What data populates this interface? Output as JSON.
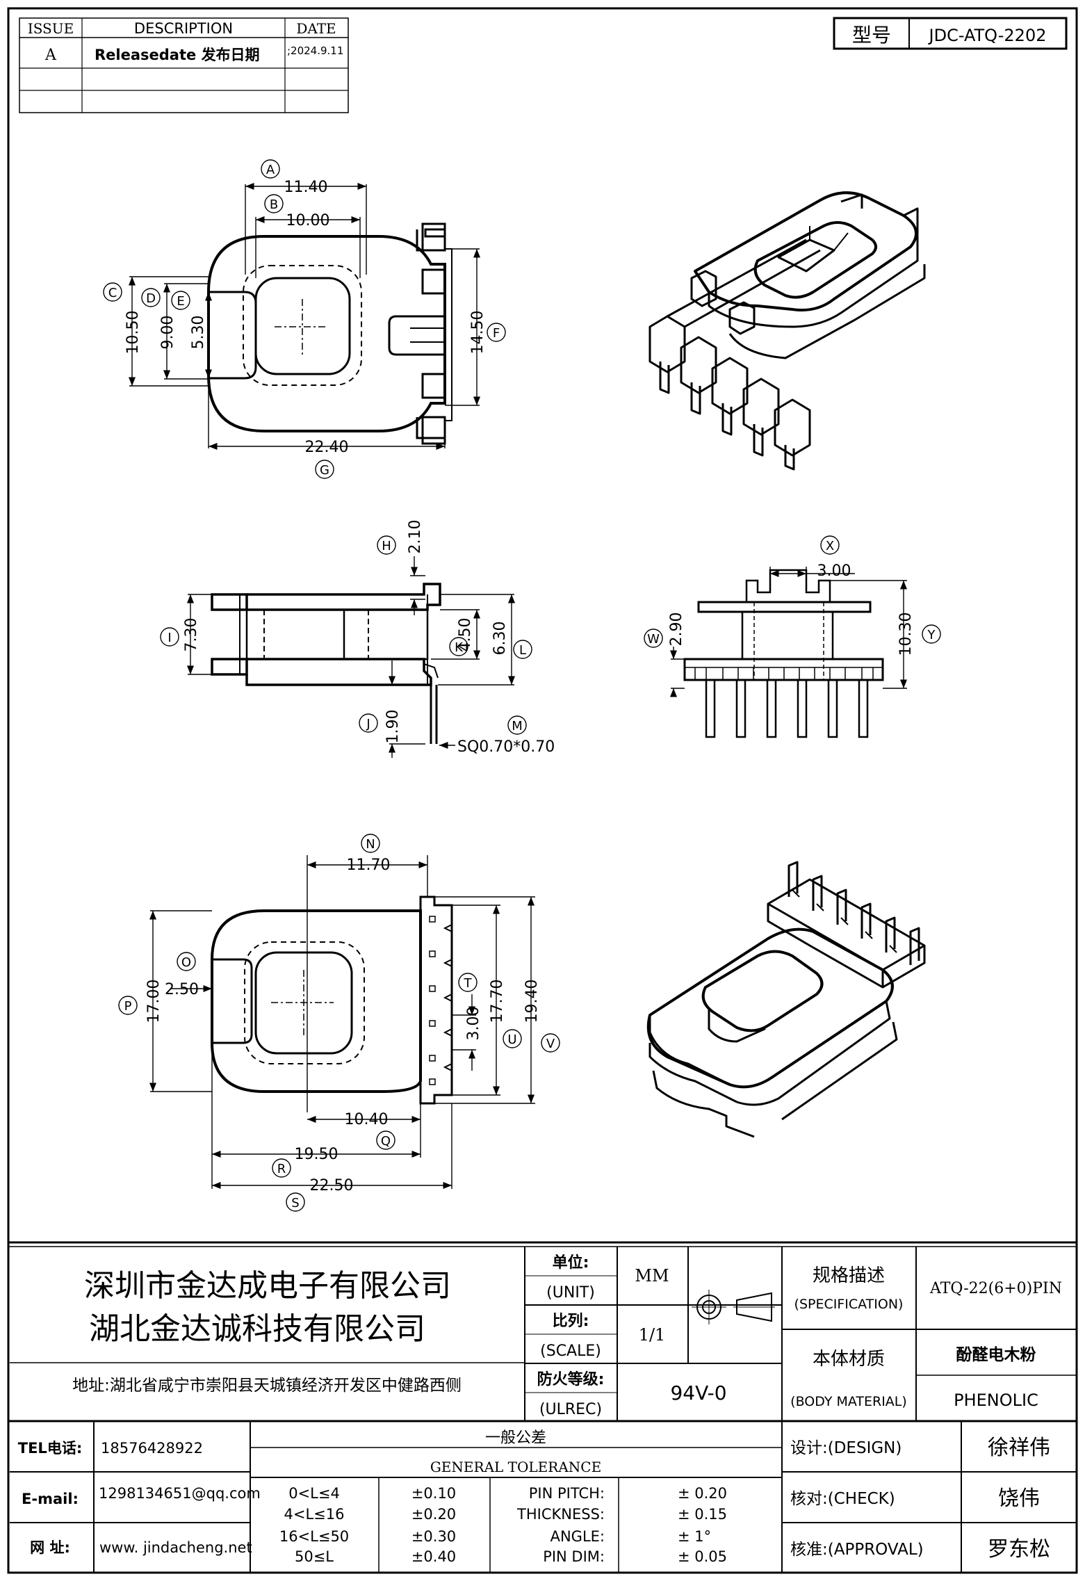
{
  "revision_table": {
    "headers": [
      "ISSUE",
      "DESCRIPTION",
      "DATE"
    ],
    "rows": [
      [
        "A",
        "Releasedate 发布日期",
        ";2024.9.11"
      ]
    ]
  },
  "model": {
    "label": "型号",
    "value": "JDC-ATQ-2202"
  },
  "top_view": {
    "A": "11.40",
    "B": "10.00",
    "C": "10.50",
    "D": "9.00",
    "E": "5.30",
    "F": "14.50",
    "G": "22.40"
  },
  "side_view": {
    "H": "2.10",
    "I": "7.30",
    "K": "4.50",
    "L": "6.30",
    "J": "1.90",
    "M": "SQ0.70*0.70"
  },
  "front_view": {
    "W": "2.90",
    "X": "3.00",
    "Y": "10.30"
  },
  "bottom_view": {
    "N": "11.70",
    "O": "2.50",
    "P": "17.00",
    "T": "3.00",
    "U": "17.70",
    "V": "19.40",
    "Q": "10.40",
    "R": "19.50",
    "S": "22.50"
  },
  "company": {
    "name1": "深圳市金达成电子有限公司",
    "name2": "湖北金达诚科技有限公司",
    "address": "地址:湖北省咸宁市崇阳县天城镇经济开发区中健路西侧"
  },
  "unit": {
    "label_cn": "单位:",
    "label_en": "(UNIT)",
    "value": "MM"
  },
  "scale": {
    "label_cn": "比列:",
    "label_en": "(SCALE)",
    "value": "1/1"
  },
  "ulrec": {
    "label_cn": "防火等级:",
    "label_en": "(ULREC)",
    "value": "94V-0"
  },
  "specification": {
    "label_cn": "规格描述",
    "label_en": "(SPECIFICATION)",
    "value": "ATQ-22(6+0)PIN"
  },
  "body_material": {
    "label_cn": "本体材质",
    "label_en": "(BODY MATERIAL)",
    "value_cn": "酚醛电木粉",
    "value_en": "PHENOLIC"
  },
  "contact": {
    "tel_label": "TEL电话:",
    "tel": "18576428922",
    "email_label": "E-mail:",
    "email": "1298134651@qq.com",
    "web_label": "网  址:",
    "web": "www. jindacheng.net"
  },
  "tolerance": {
    "title_cn": "一般公差",
    "title_en": "GENERAL TOLERANCE",
    "ranges": [
      {
        "range": "0<L≤4",
        "tol": "±0.10"
      },
      {
        "range": "4<L≤16",
        "tol": "±0.20"
      },
      {
        "range": "16<L≤50",
        "tol": "±0.30"
      },
      {
        "range": "50≤L",
        "tol": "±0.40"
      }
    ],
    "specs": [
      {
        "name": "PIN PITCH:",
        "value": "± 0.20"
      },
      {
        "name": "THICKNESS:",
        "value": "± 0.15"
      },
      {
        "name": "ANGLE:",
        "value": "± 1°"
      },
      {
        "name": "PIN DIM:",
        "value": "± 0.05"
      }
    ]
  },
  "signoff": {
    "design_label": "设计:(DESIGN)",
    "design": "徐祥伟",
    "check_label": "核对:(CHECK)",
    "check": "饶伟",
    "approval_label": "核准:(APPROVAL)",
    "approval": "罗东松"
  }
}
